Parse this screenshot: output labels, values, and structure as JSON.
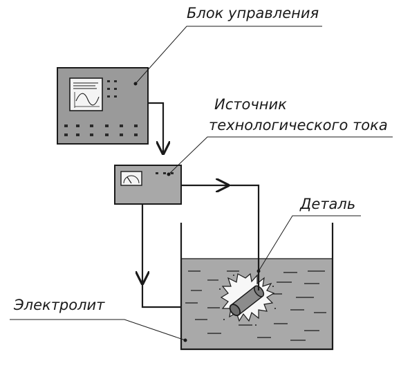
{
  "labels": {
    "control_unit": "Блок управления",
    "source_line1": "Источник",
    "source_line2": "технологического тока",
    "part": "Деталь",
    "electrolyte": "Электролит"
  },
  "colors": {
    "line": "#1a1a1a",
    "control_unit_fill": "#9a9a9a",
    "power_source_fill": "#a8a8a8",
    "electrolyte_fill": "#a9a9a9",
    "screen_fill": "#f4f4f4",
    "background": "#ffffff"
  },
  "icons": {
    "control_unit_screen": "sine-wave-display",
    "meter": "gauge-dial-icon",
    "part": "cylinder-part-icon",
    "discharge": "spark-burst-icon"
  }
}
